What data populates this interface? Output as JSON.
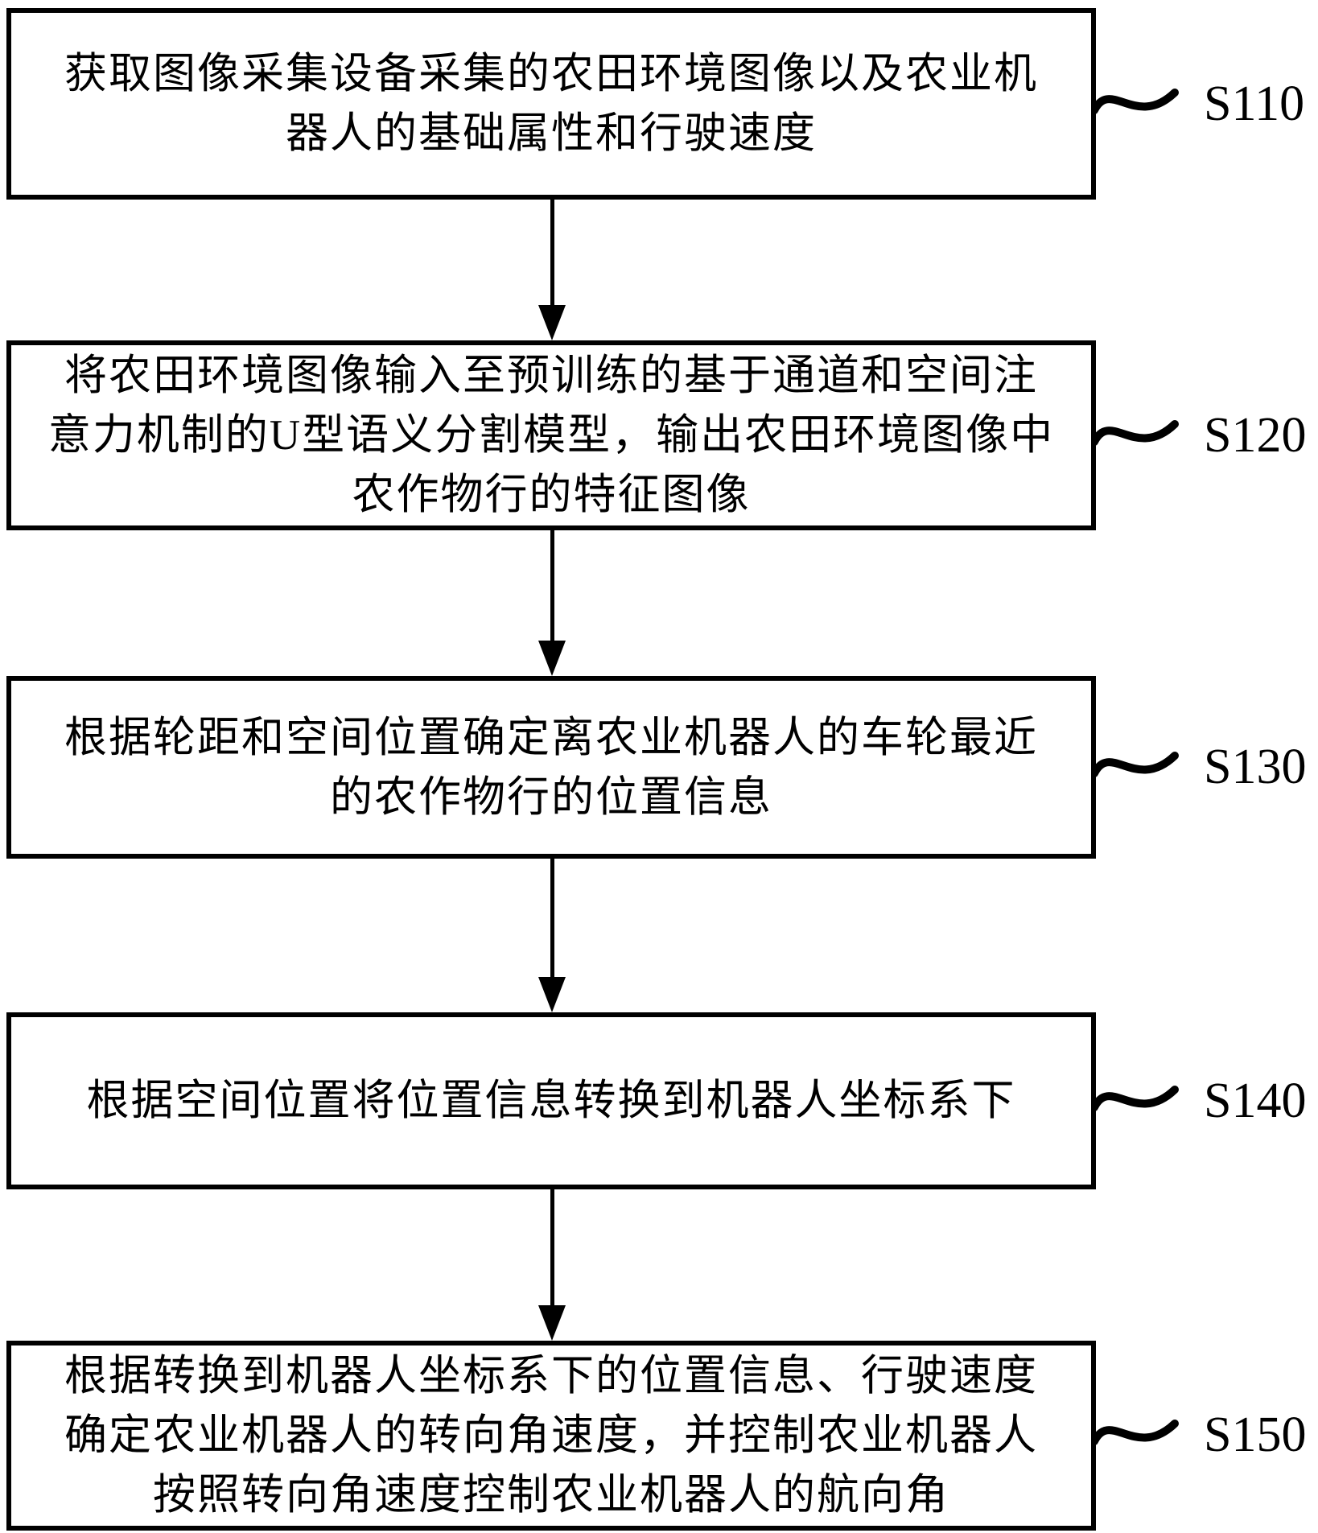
{
  "diagram": {
    "type": "flowchart",
    "colors": {
      "ink": "#000000",
      "background": "#ffffff"
    },
    "steps": [
      {
        "label": "S110",
        "text": "获取图像采集设备采集的农田环境图像以及农业机\n器人的基础属性和行驶速度"
      },
      {
        "label": "S120",
        "text": "将农田环境图像输入至预训练的基于通道和空间注\n意力机制的U型语义分割模型，输出农田环境图像中\n农作物行的特征图像"
      },
      {
        "label": "S130",
        "text": "根据轮距和空间位置确定离农业机器人的车轮最近\n的农作物行的位置信息"
      },
      {
        "label": "S140",
        "text": "根据空间位置将位置信息转换到机器人坐标系下"
      },
      {
        "label": "S150",
        "text": "根据转换到机器人坐标系下的位置信息、行驶速度\n确定农业机器人的转向角速度，并控制农业机器人\n按照转向角速度控制农业机器人的航向角"
      }
    ]
  }
}
